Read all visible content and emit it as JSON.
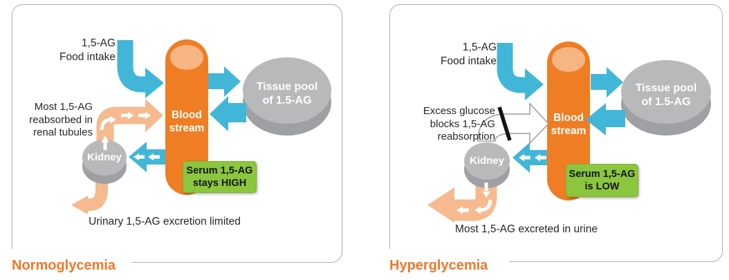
{
  "colors": {
    "cyan": "#41B6D9",
    "orange": "#EF7D23",
    "orange_light": "#F8B584",
    "peach": "#F6BA8E",
    "gray": "#B8B9BB",
    "gray_dark": "#9EA0A3",
    "green": "#8CC63F",
    "green_border": "#7DB32E",
    "title": "#F0772B",
    "text": "#262626",
    "border": "#ADADAF"
  },
  "panels": [
    {
      "title": "Normoglycemia",
      "food_intake": [
        "1,5-AG",
        "Food intake"
      ],
      "side_note": [
        "Most 1,5-AG",
        "reabsorbed in",
        "renal tubules"
      ],
      "bloodstream": [
        "Blood",
        "stream"
      ],
      "tissue_pool": [
        "Tissue pool",
        "of 1.5-AG"
      ],
      "kidney": "Kidney",
      "serum_badge": [
        "Serum 1,5-AG",
        "stays HIGH"
      ],
      "bottom_note": "Urinary 1,5-AG excretion limited"
    },
    {
      "title": "Hyperglycemia",
      "food_intake": [
        "1,5-AG",
        "Food intake"
      ],
      "side_note": [
        "Excess glucose",
        "blocks 1,5-AG",
        "reabsorption"
      ],
      "bloodstream": [
        "Blood",
        "stream"
      ],
      "tissue_pool": [
        "Tissue pool",
        "of 1.5-AG"
      ],
      "kidney": "Kidney",
      "serum_badge": [
        "Serum 1,5-AG",
        "is LOW"
      ],
      "bottom_note": "Most 1,5-AG excreted in urine"
    }
  ]
}
